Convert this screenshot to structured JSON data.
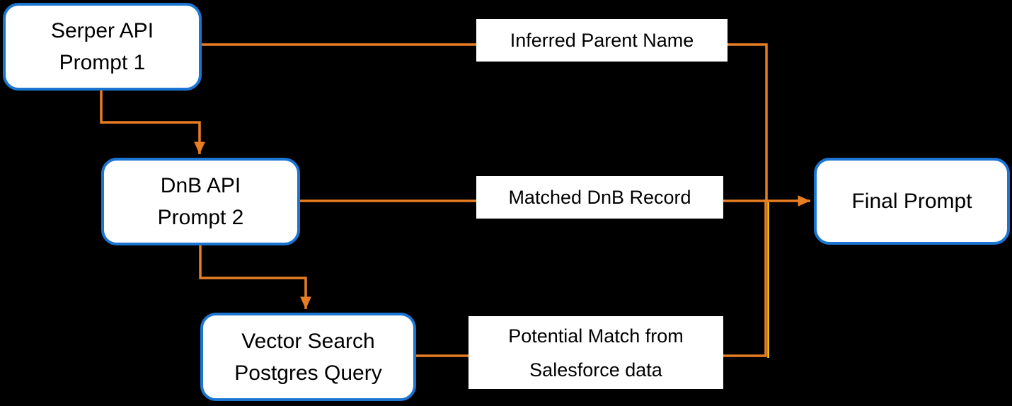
{
  "colors": {
    "background": "#000000",
    "node-fill": "#ffffff",
    "node-border": "#1b75d1",
    "node-text": "#000000",
    "label-fill": "#ffffff",
    "label-text": "#000000",
    "connector": "#e87e23",
    "connector-alt": "#ffd500"
  },
  "diagram": {
    "nodes": {
      "serper": {
        "label": "Serper API\nPrompt 1"
      },
      "dnb": {
        "label": "DnB API\nPrompt 2"
      },
      "vector": {
        "label": "Vector Search\nPostgres Query"
      },
      "final": {
        "label": "Final Prompt"
      }
    },
    "edge_labels": {
      "inferred": {
        "label": "Inferred Parent Name"
      },
      "matched": {
        "label": "Matched DnB Record"
      },
      "potential": {
        "label": "Potential Match from\nSalesforce data"
      }
    },
    "edges": [
      {
        "from": "Serper API Prompt 1",
        "to": "Inferred Parent Name",
        "arrowhead": false
      },
      {
        "from": "Serper API Prompt 1",
        "to": "DnB API Prompt 2",
        "arrowhead": true
      },
      {
        "from": "DnB API Prompt 2",
        "to": "Matched DnB Record",
        "arrowhead": false
      },
      {
        "from": "DnB API Prompt 2",
        "to": "Vector Search Postgres Query",
        "arrowhead": true
      },
      {
        "from": "Vector Search Postgres Query",
        "to": "Potential Match from Salesforce data",
        "arrowhead": false
      },
      {
        "from": "Inferred Parent Name",
        "to": "Final Prompt",
        "arrowhead": true
      },
      {
        "from": "Matched DnB Record",
        "to": "Final Prompt",
        "arrowhead": true
      },
      {
        "from": "Potential Match from Salesforce data",
        "to": "Final Prompt",
        "arrowhead": true
      }
    ]
  }
}
